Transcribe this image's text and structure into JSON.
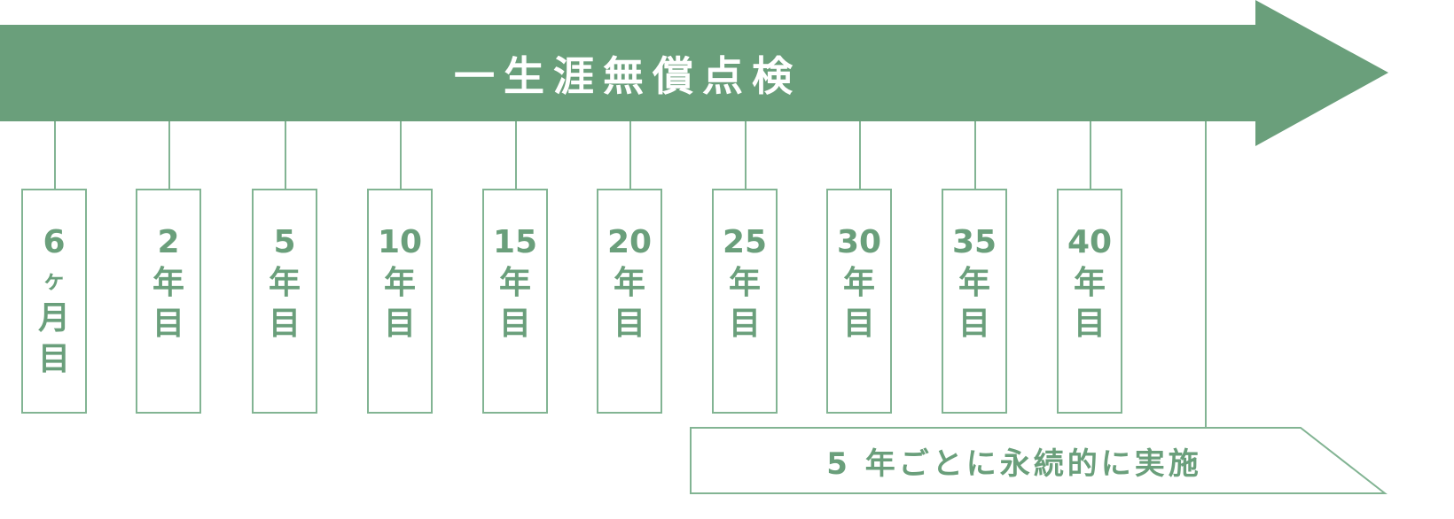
{
  "title": "一生涯無償点検",
  "colors": {
    "arrow": "#6a9f7b",
    "stroke": "#82b493",
    "text": "#6a9f7b"
  },
  "milestones": [
    {
      "lines": [
        "6",
        "ヶ",
        "月",
        "目"
      ]
    },
    {
      "lines": [
        "2",
        "年",
        "目"
      ]
    },
    {
      "lines": [
        "5",
        "年",
        "目"
      ]
    },
    {
      "lines": [
        "10",
        "年",
        "目"
      ]
    },
    {
      "lines": [
        "15",
        "年",
        "目"
      ]
    },
    {
      "lines": [
        "20",
        "年",
        "目"
      ]
    },
    {
      "lines": [
        "25",
        "年",
        "目"
      ]
    },
    {
      "lines": [
        "30",
        "年",
        "目"
      ]
    },
    {
      "lines": [
        "35",
        "年",
        "目"
      ]
    },
    {
      "lines": [
        "40",
        "年",
        "目"
      ]
    }
  ],
  "continuation": "5 年ごとに永続的に実施"
}
